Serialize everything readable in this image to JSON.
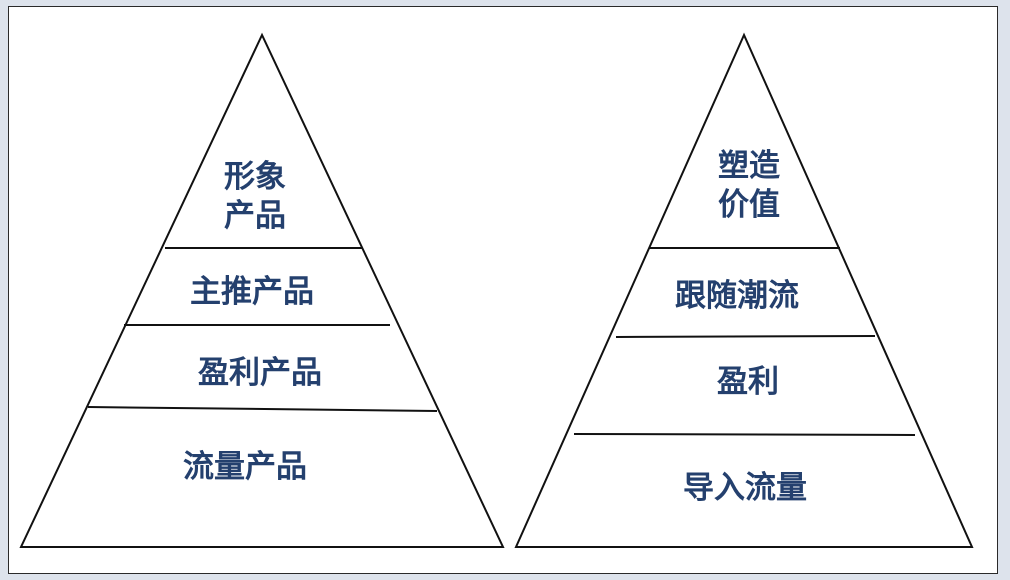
{
  "left_pyramid": {
    "levels": [
      {
        "line1": "形象",
        "line2": "产品"
      },
      {
        "text": "主推产品"
      },
      {
        "text": "盈利产品"
      },
      {
        "text": "流量产品"
      }
    ]
  },
  "right_pyramid": {
    "levels": [
      {
        "line1": "塑造",
        "line2": "价值"
      },
      {
        "text": "跟随潮流"
      },
      {
        "text": "盈利"
      },
      {
        "text": "导入流量"
      }
    ]
  }
}
